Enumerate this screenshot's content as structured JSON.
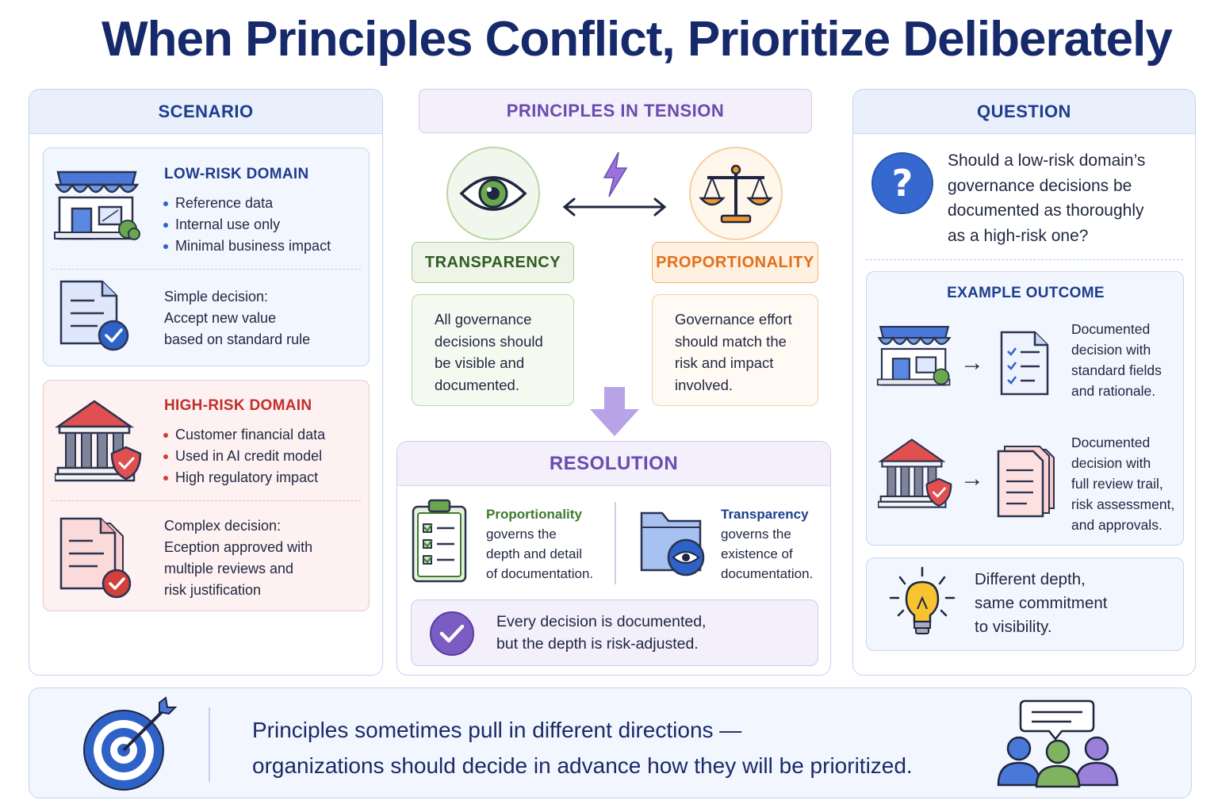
{
  "title": "When Principles Conflict, Prioritize Deliberately",
  "scenario": {
    "header": "SCENARIO",
    "low_risk": {
      "title": "LOW-RISK DOMAIN",
      "bullets": [
        "Reference data",
        "Internal use only",
        "Minimal business impact"
      ],
      "decision": [
        "Simple decision:",
        "Accept new value",
        "based on standard rule"
      ]
    },
    "high_risk": {
      "title": "HIGH-RISK DOMAIN",
      "bullets": [
        "Customer financial data",
        "Used in AI credit model",
        "High regulatory impact"
      ],
      "decision": [
        "Complex decision:",
        "Eception approved with",
        "multiple reviews and",
        "risk justification"
      ]
    }
  },
  "tension": {
    "header": "PRINCIPLES IN TENSION",
    "transparency": {
      "label": "TRANSPARENCY",
      "text": [
        "All governance",
        "decisions should",
        "be visible and",
        "documented."
      ]
    },
    "proportionality": {
      "label": "PROPORTIONALITY",
      "text": [
        "Governance effort",
        "should match the",
        "risk and impact",
        "involved."
      ]
    }
  },
  "resolution": {
    "header": "RESOLUTION",
    "left": {
      "title": "Proportionality",
      "text": [
        "governs the",
        "depth and detail",
        "of documentation."
      ]
    },
    "right": {
      "title": "Transparency",
      "text": [
        "governs the",
        "existence of",
        "documentation."
      ]
    },
    "summary": [
      "Every decision is documented,",
      "but the depth is risk-adjusted."
    ]
  },
  "question": {
    "header": "QUESTION",
    "text": [
      "Should a low-risk domain’s",
      "governance decisions be",
      "documented as thoroughly",
      "as a high-risk one?"
    ],
    "example_title": "EXAMPLE OUTCOME",
    "low_outcome": [
      "Documented",
      "decision with",
      "standard fields",
      "and rationale."
    ],
    "high_outcome": [
      "Documented",
      "decision with",
      "full review trail,",
      "risk assessment,",
      "and approvals."
    ],
    "insight": [
      "Different depth,",
      "same commitment",
      "to visibility."
    ]
  },
  "footer": {
    "text": [
      "Principles sometimes pull in different directions —",
      "organizations should decide in advance how they will be prioritized."
    ]
  },
  "colors": {
    "title": "#16296b",
    "blue": "#1d3d8f",
    "green": "#3f7a2e",
    "orange": "#e57a1f",
    "purple": "#6a4bb0",
    "red": "#c0302c"
  }
}
